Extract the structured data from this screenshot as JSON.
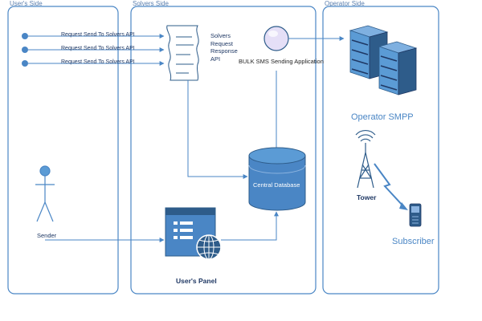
{
  "panels": {
    "user": "User's Side",
    "solvers": "Solvers Side",
    "operator": "Operator Side"
  },
  "requests": [
    "Request Send To Solvers API",
    "Request Send To Solvers API",
    "Request Send To Solvers API"
  ],
  "api_doc": "Solvers\nRequest\nResponse\nAPI",
  "bulk_app": "BULK SMS Sending Application",
  "central_db": "Central Database",
  "users_panel": "User's Panel",
  "sender": "Sender",
  "operator_smpp": "Operator SMPP",
  "tower": "Tower",
  "subscriber": "Subscriber",
  "colors": {
    "line": "#4a86c5",
    "fill": "#5b9bd5",
    "dark": "#2e5c8a",
    "text": "#1f3864"
  },
  "icons": [
    "person-icon",
    "document-icon",
    "globe-icon",
    "database-icon",
    "server-icon",
    "tower-icon",
    "phone-icon",
    "lightning-icon"
  ]
}
